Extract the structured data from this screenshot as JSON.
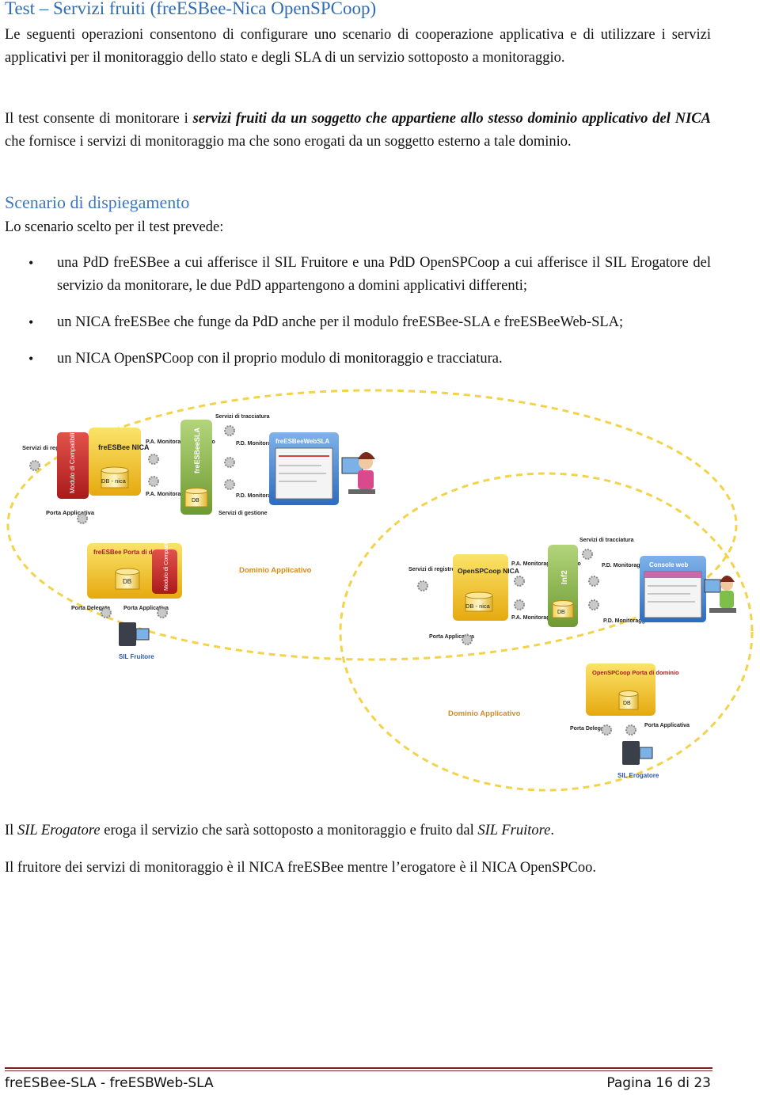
{
  "heading": "Test – Servizi fruiti (freESBee-Nica OpenSPCoop)",
  "intro": "Le seguenti operazioni consentono di configurare uno scenario di cooperazione applicativa e di utilizzare i servizi applicativi per il monitoraggio dello stato e degli SLA di un servizio sottoposto a monitoraggio.",
  "para2": {
    "a": "Il test consente di monitorare i ",
    "b": "servizi fruiti da un soggetto che appartiene allo stesso dominio applicativo del NICA",
    "c": " che fornisce i servizi di monitoraggio ma che sono erogati da un soggetto esterno a tale dominio."
  },
  "section_title": "Scenario di dispiegamento",
  "section_intro": "Lo scenario scelto per il test prevede:",
  "bullets": [
    "una PdD freESBee a cui afferisce il SIL Fruitore e una PdD OpenSPCoop a cui afferisce il SIL Erogatore del servizio da monitorare, le due PdD appartengono a domini applicativi differenti;",
    "un NICA freESBee che funge da PdD anche per il modulo freESBee-SLA e freESBeeWeb-SLA;",
    "un NICA OpenSPCoop con il proprio modulo di monitoraggio e tracciatura."
  ],
  "diagram": {
    "top": {
      "servizi_registro": "Servizi di registro",
      "modulo_compat": "Modulo di Compatibilità",
      "nica_box": "freESBee NICA",
      "db_nica": "DB - nica",
      "porta_app": "Porta Applicativa",
      "pa_mon_servizio": "P.A. Monitoraggio Servizio",
      "pa_mon_sla": "P.A. Monitoraggio SLA",
      "sla_module": "freESBeeSLA",
      "db": "DB",
      "servizi_tracciatura": "Servizi di tracciatura",
      "pd_mon_servizio": "P.D. Monitoraggio Servizio",
      "pd_mon_sla": "P.D. Monitoraggio SLA",
      "servizi_gestione": "Servizi di gestione",
      "web_sla": "freESBeeWebSLA"
    },
    "left": {
      "pdd_title": "freESBee Porta di dominio",
      "db": "DB",
      "modulo_compat": "Modulo di Compatibilità",
      "porta_delegata": "Porta Delegata",
      "porta_app": "Porta Applicativa",
      "dominio": "Dominio Applicativo",
      "sil": "SIL Fruitore"
    },
    "right": {
      "servizi_registro": "Servizi di registro",
      "nica_box": "OpenSPCoop NICA",
      "db_nica": "DB - nica",
      "porta_app": "Porta Applicativa",
      "pa_mon_servizio": "P.A. Monitoraggio Servizio",
      "pa_mon_sla": "P.A. Monitoraggio SLA",
      "inf2": "Inf2",
      "db": "DB",
      "servizi_tracciatura": "Servizi di tracciatura",
      "pd_mon_servizio": "P.D. Monitoraggio Servizio",
      "pd_mon_sla": "P.D. Monitoraggio SLA",
      "console": "Console web"
    },
    "bottom": {
      "pdd_title": "OpenSPCoop Porta di dominio",
      "db": "DB",
      "dominio": "Dominio Applicativo",
      "porta_delegata": "Porta Delegata",
      "porta_app": "Porta Applicativa",
      "sil": "SIL Erogatore"
    }
  },
  "para3": {
    "a": "Il ",
    "b": "SIL Erogatore",
    "c": " eroga il servizio che sarà sottoposto a monitoraggio e fruito dal ",
    "d": "SIL Fruitore",
    "e": "."
  },
  "para4": "Il fruitore dei servizi di monitoraggio è il NICA freESBee mentre l’erogatore è il NICA OpenSPCoo.",
  "footer": {
    "left": "freESBee-SLA - freESBWeb-SLA",
    "right": "Pagina 16 di 23"
  },
  "colors": {
    "heading": "#2f6cb3",
    "nica_box": "#f2c21a",
    "red_module": "#c0282a",
    "green_module": "#8cb84a",
    "dashed": "#f2d34a",
    "footer_rule": "#7a1f1f"
  }
}
